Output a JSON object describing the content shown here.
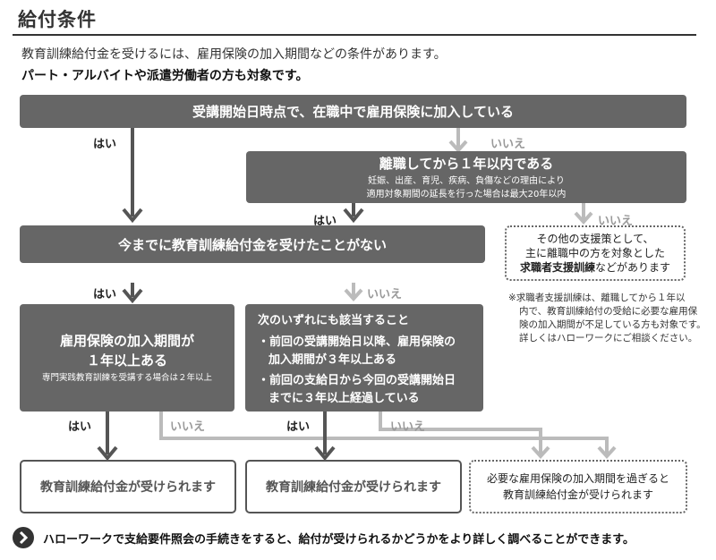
{
  "title": "給付条件",
  "intro_line1": "教育訓練給付金を受けるには、雇用保険の加入期間などの条件があります。",
  "intro_line2": "パート・アルバイトや派遣労働者の方も対象です。",
  "q1": "受講開始日時点で、在職中で雇用保険に加入している",
  "q2": {
    "main": "離職してから１年以内である",
    "sub1": "妊娠、出産、育児、疾病、負傷などの理由により",
    "sub2": "適用対象期間の延長を行った場合は最大20年以内"
  },
  "q3": "今までに教育訓練給付金を受けたことがない",
  "q4": {
    "line1": "雇用保険の加入期間が",
    "line2": "１年以上ある",
    "sub": "専門実践教育訓練を受講する場合は２年以上"
  },
  "q5": {
    "head": "次のいずれにも該当すること",
    "item1a": "・前回の受講開始日以降、雇用保険の",
    "item1b": "加入期間が３年以上ある",
    "item2a": "・前回の支給日から今回の受講開始日",
    "item2b": "までに３年以上経過している"
  },
  "labels": {
    "yes": "はい",
    "no": "いいえ"
  },
  "other_support": {
    "line1": "その他の支援策として、",
    "line2": "主に離職中の方を対象とした",
    "line3_bold": "求職者支援訓練",
    "line3_rest": "などがあります"
  },
  "note": {
    "line1": "※求職者支援訓練は、離職してから１年以",
    "line2": "内で、教育訓練給付の受給に必要な雇用保",
    "line3": "険の加入期間が不足している方も対象です。",
    "line4": "詳しくはハローワークにご相談ください。"
  },
  "result_receive": "教育訓練給付金が受けられます",
  "result_later": {
    "line1": "必要な雇用保険の加入期間を過ぎると",
    "line2": "教育訓練給付金が受けられます"
  },
  "footer": "ハローワークで支給要件照会の手続きをすると、給付が受けられるかどうかをより詳しく調べることができます。",
  "colors": {
    "decision_box": "#666666",
    "yes_arrow": "#555555",
    "no_arrow": "#bbbbbb"
  }
}
